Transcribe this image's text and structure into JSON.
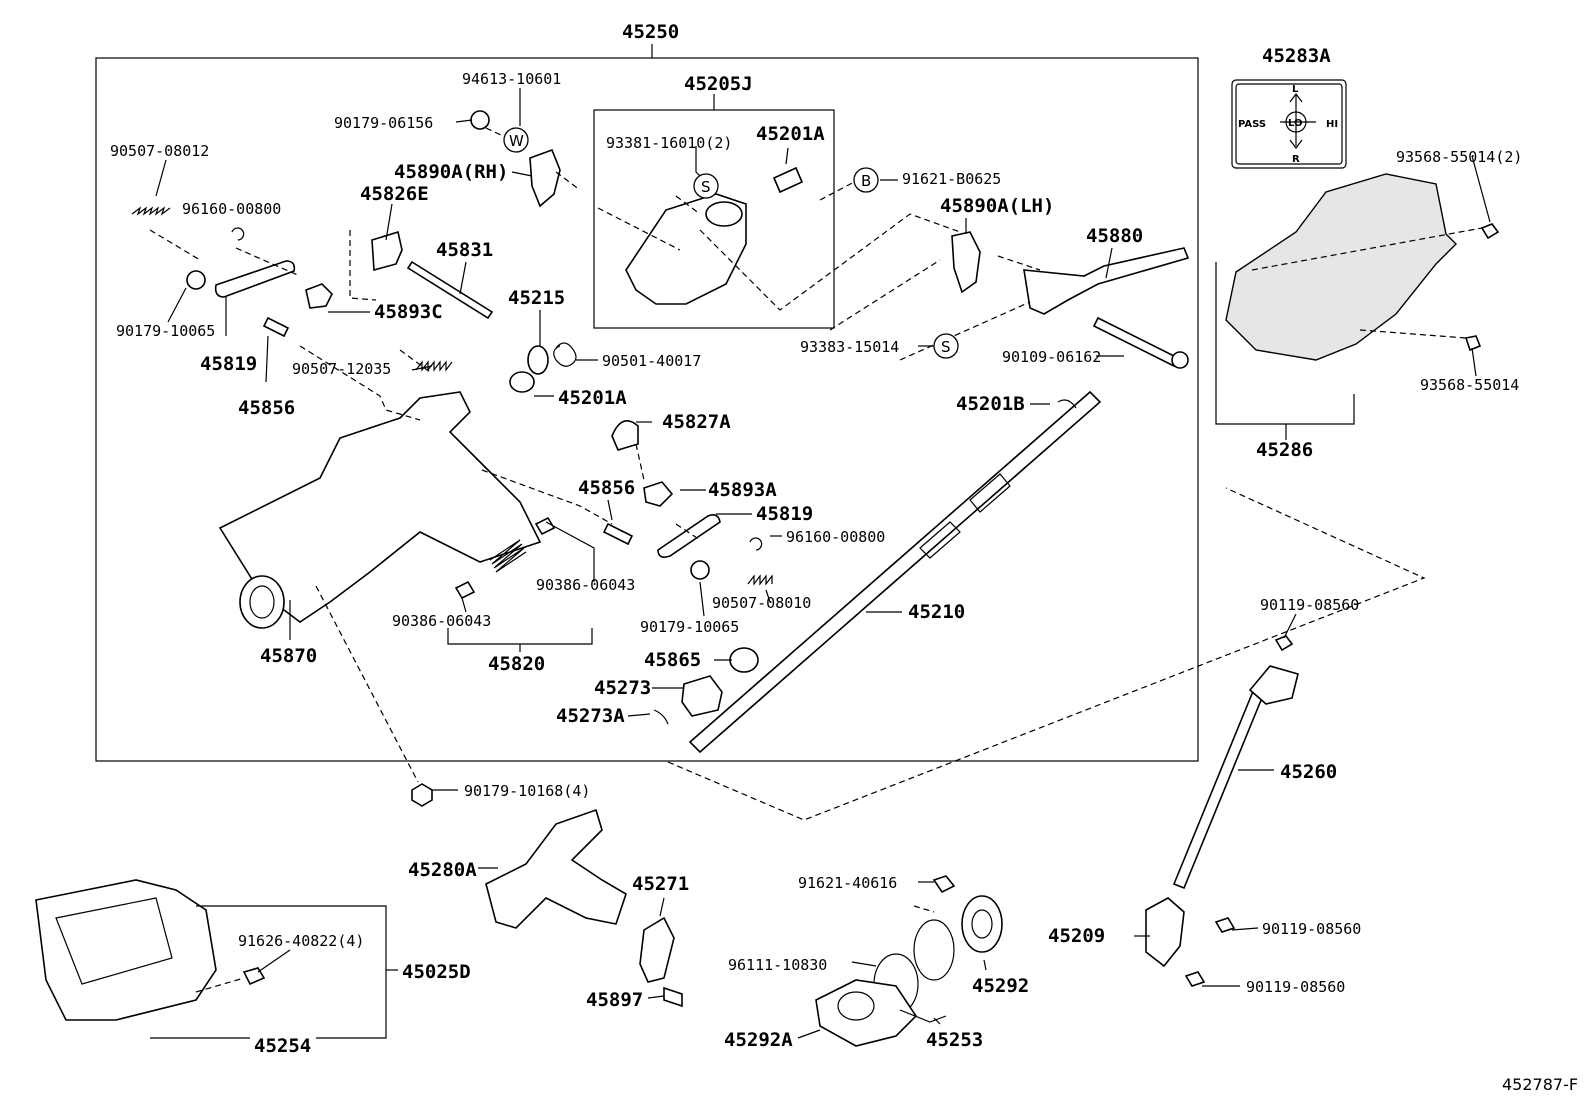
{
  "labels": {
    "p45250": "45250",
    "p45205J": "45205J",
    "p94613_10601": "94613-10601",
    "p90179_06156": "90179-06156",
    "p90507_08012": "90507-08012",
    "p96160_00800_a": "96160-00800",
    "p45826E": "45826E",
    "p45890A_RH": "45890A(RH)",
    "p93381_16010": "93381-16010(2)",
    "p45201A_a": "45201A",
    "p91621_B0625": "91621-B0625",
    "p45890A_LH": "45890A(LH)",
    "p45880": "45880",
    "p45831": "45831",
    "p45893C": "45893C",
    "p90179_10065_a": "90179-10065",
    "p45819_a": "45819",
    "p45856_a": "45856",
    "p90507_12035": "90507-12035",
    "p45215": "45215",
    "p90501_40017": "90501-40017",
    "p45201A_b": "45201A",
    "p93383_15014": "93383-15014",
    "p90109_06162": "90109-06162",
    "p45201B": "45201B",
    "p45827A": "45827A",
    "p45856_b": "45856",
    "p45893A": "45893A",
    "p45819_b": "45819",
    "p96160_00800_b": "96160-00800",
    "p90386_06043_a": "90386-06043",
    "p90386_06043_b": "90386-06043",
    "p90507_08010": "90507-08010",
    "p90179_10065_b": "90179-10065",
    "p45210": "45210",
    "p45870": "45870",
    "p45820": "45820",
    "p45865": "45865",
    "p45273": "45273",
    "p45273A": "45273A",
    "p45283A": "45283A",
    "p93568_55014_2": "93568-55014(2)",
    "p93568_55014": "93568-55014",
    "p45286": "45286",
    "p90119_08560_a": "90119-08560",
    "p45260": "45260",
    "p45209": "45209",
    "p90119_08560_b": "90119-08560",
    "p90119_08560_c": "90119-08560",
    "p90179_10168": "90179-10168(4)",
    "p45280A": "45280A",
    "p45271": "45271",
    "p45897": "45897",
    "p91621_40616": "91621-40616",
    "p96111_10830": "96111-10830",
    "p45292": "45292",
    "p45292A": "45292A",
    "p45253": "45253",
    "p91626_40822": "91626-40822(4)",
    "p45025D": "45025D",
    "p45254": "45254",
    "ref": "452787-F"
  },
  "callouts": {
    "W": "W",
    "S1": "S",
    "B": "B",
    "S2": "S"
  },
  "switch_panel": {
    "pass": "PASS",
    "lo": "LO",
    "hi": "HI",
    "l": "L",
    "r": "R"
  }
}
